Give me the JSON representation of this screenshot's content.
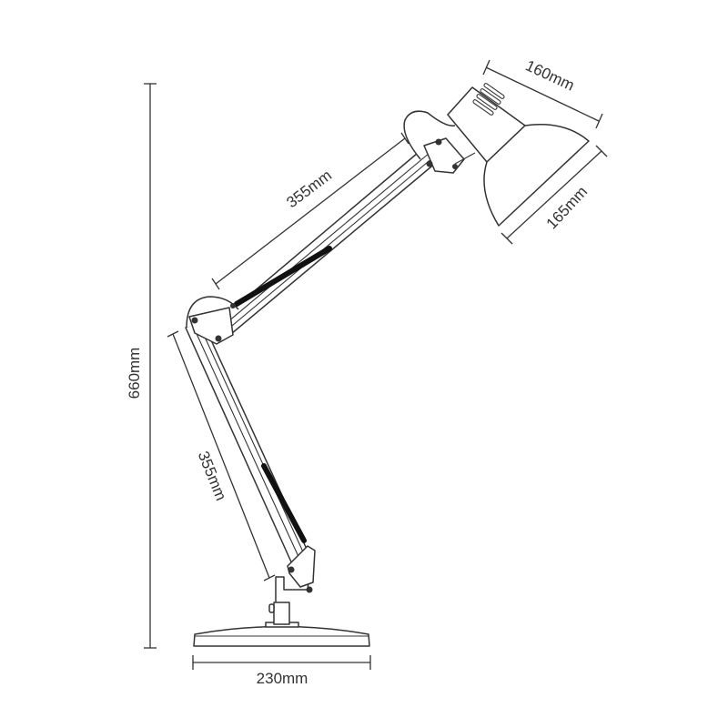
{
  "dimensions": {
    "total_height": "660mm",
    "base_width": "230mm",
    "lower_arm": "355mm",
    "upper_arm": "355mm",
    "shade_length": "160mm",
    "shade_diameter": "165mm"
  },
  "colors": {
    "line": "#333333",
    "spring": "#111111",
    "background": "#ffffff"
  }
}
